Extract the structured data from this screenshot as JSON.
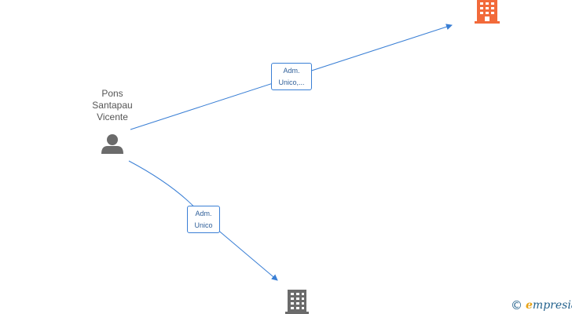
{
  "person": {
    "name_lines": [
      "Pons",
      "Santapau",
      "Vicente"
    ],
    "icon": "person-icon"
  },
  "relations": [
    {
      "label_lines": [
        "Adm.",
        "Unico,..."
      ],
      "target": "company-top"
    },
    {
      "label_lines": [
        "Adm.",
        "Unico"
      ],
      "target": "company-bottom"
    }
  ],
  "companies": [
    {
      "id": "company-top",
      "icon": "building-icon",
      "color": "#f26a3a"
    },
    {
      "id": "company-bottom",
      "icon": "building-icon",
      "color": "#6b6b6b"
    }
  ],
  "colors": {
    "edge": "#3a7fd5",
    "person": "#6b6b6b"
  },
  "brand": {
    "copyright_symbol": "©",
    "initial": "e",
    "rest": "mpresia"
  }
}
